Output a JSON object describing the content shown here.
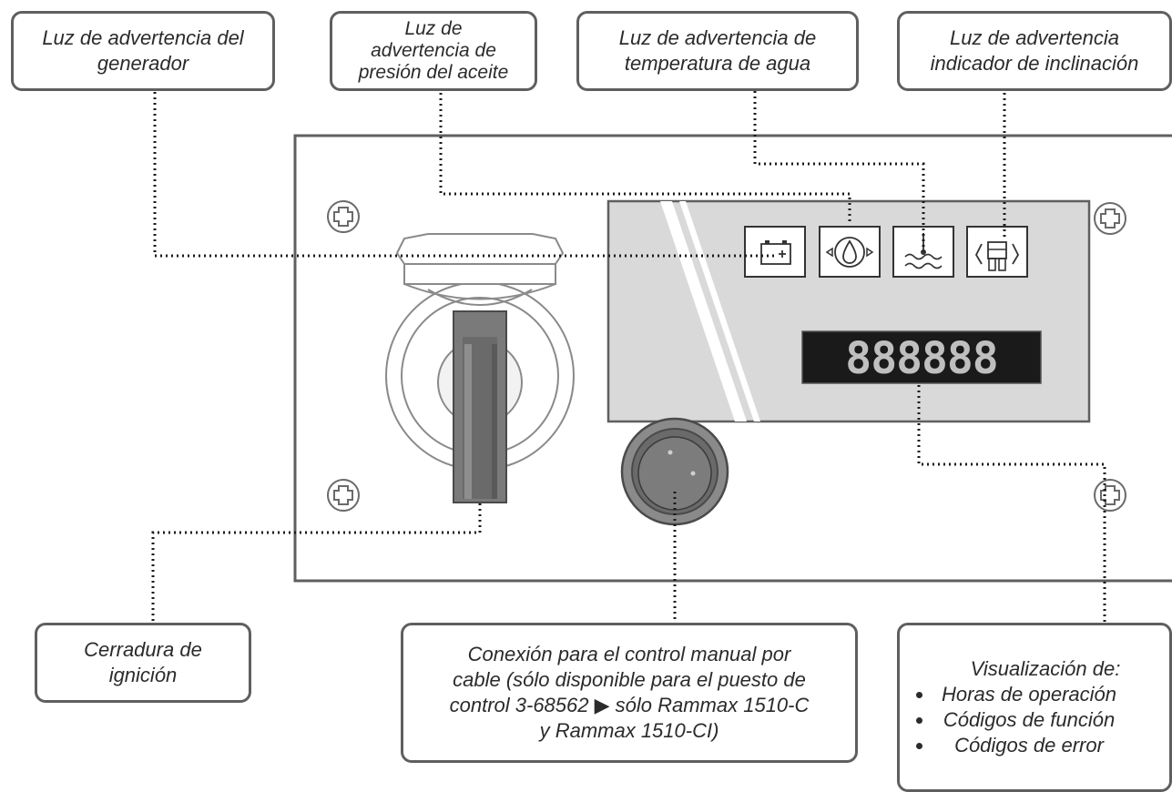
{
  "callouts": {
    "generator": [
      "Luz de advertencia del",
      "generador"
    ],
    "oil_pressure": [
      "Luz de",
      "advertencia de",
      "presión del aceite"
    ],
    "water_temperature": [
      "Luz de advertencia de",
      "temperatura de agua"
    ],
    "tilt_indicator": [
      "Luz de advertencia",
      "indicador de inclinación"
    ],
    "ignition_lock": [
      "Cerradura de",
      "ignición"
    ],
    "cable_connection": [
      "Conexión para el control manual por",
      "cable (sólo disponible para el puesto de",
      "control 3-68562 ▶ sólo Rammax 1510-C",
      "y Rammax 1510-CI)"
    ],
    "display": {
      "title": "Visualización de:",
      "items": [
        "Horas de operación",
        "Códigos de función",
        "Códigos de error"
      ]
    }
  },
  "panel": {
    "digit_display": "888888"
  },
  "colors": {
    "panel_border": "#5f5f5f",
    "display_bg": "#d9d9d9",
    "lcd_bg": "#1a1a1a",
    "lcd_segment": "#bfbfbf",
    "leader_line": "#1a1a1a"
  },
  "icons": [
    "battery-icon",
    "oil-can-icon",
    "water-temperature-icon",
    "tilt-indicator-icon",
    "screw-icon",
    "ignition-key-icon",
    "connector-socket-icon"
  ]
}
